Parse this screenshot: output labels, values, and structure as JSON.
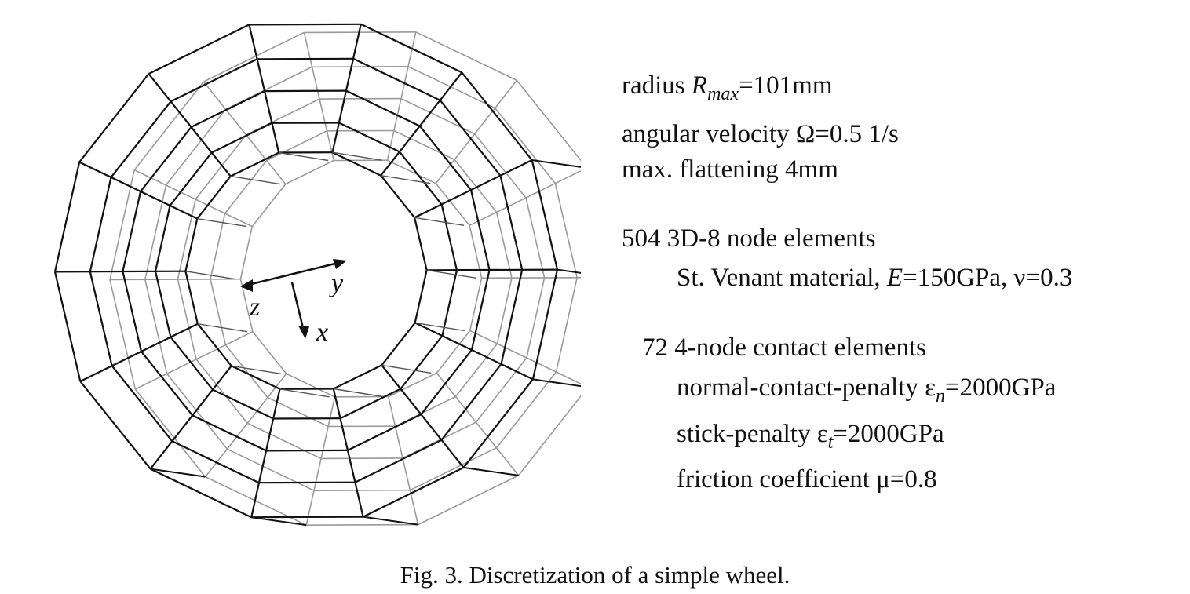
{
  "axes": {
    "x": "x",
    "y": "y",
    "z": "z"
  },
  "params": {
    "radius": {
      "pre": "radius ",
      "sym": "R",
      "sub": "max",
      "post": "=101mm"
    },
    "angular_velocity": "angular velocity Ω=0.5 1/s",
    "flattening": "max. flattening 4mm",
    "elements": "504 3D-8 node elements",
    "material": {
      "pre": "St. Venant material,  ",
      "sym": "E",
      "post": "=150GPa, ν=0.3"
    },
    "contact": "72 4-node contact elements",
    "normal_penalty": {
      "pre": "normal-contact-penalty ε",
      "sub": "n",
      "post": "=2000GPa"
    },
    "stick_penalty": {
      "pre": "stick-penalty ε",
      "sub": "t",
      "post": "=2000GPa"
    },
    "friction": "friction coefficient μ=0.8"
  },
  "caption": "Fig.  3. Discretization of a simple wheel."
}
